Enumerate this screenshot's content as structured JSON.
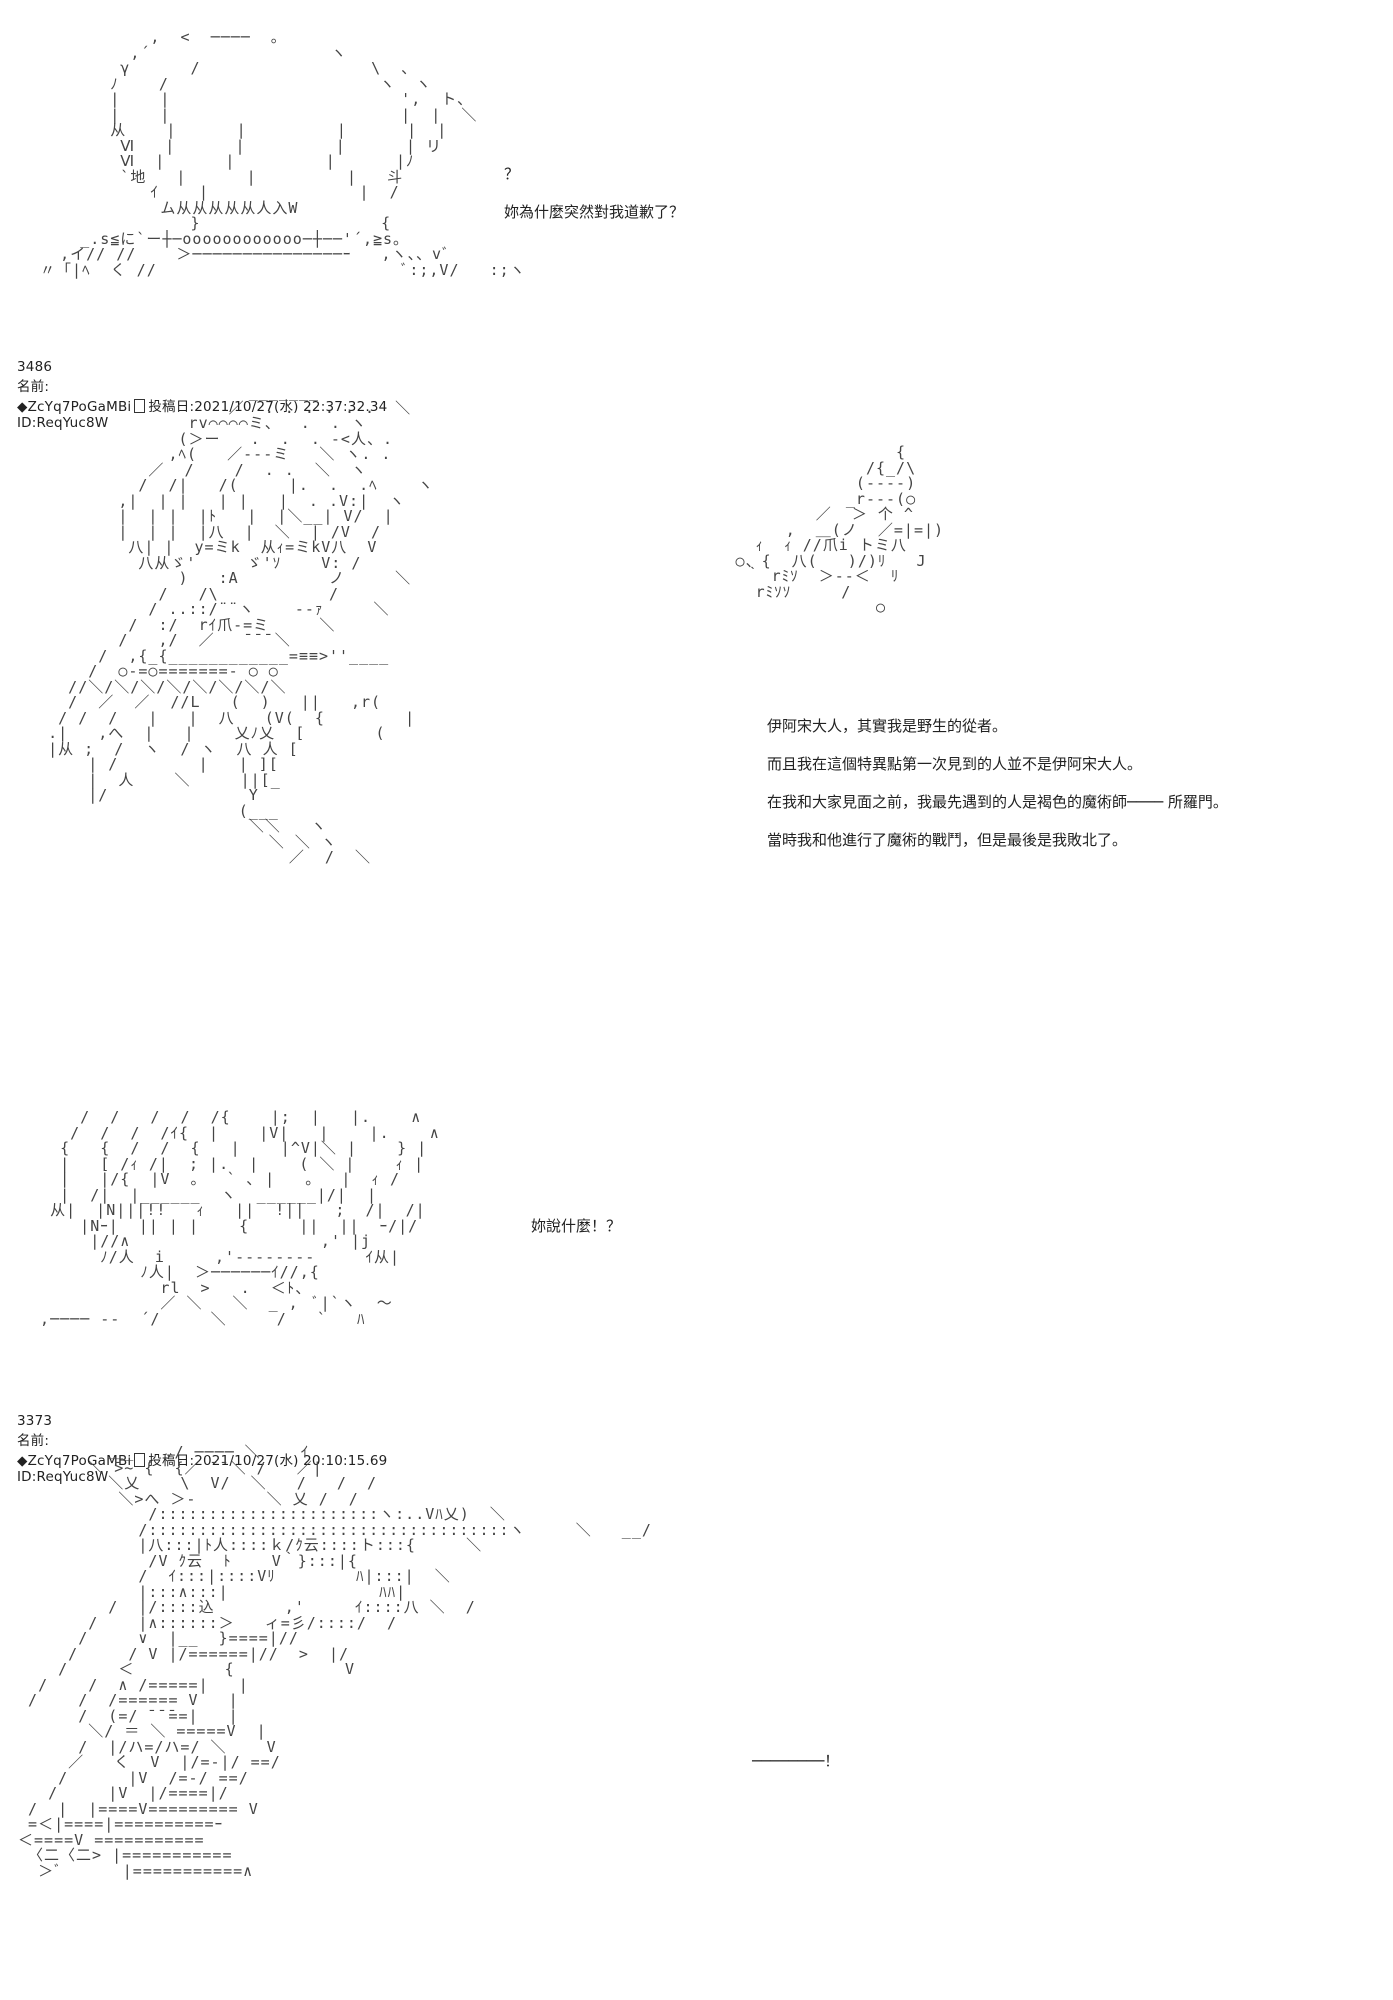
{
  "posts": [
    {
      "aa_art": "             ,  <  ────  。\n           ,´                  ヽ\n          γ      /                 \\  、\n         ﾉ    /                     ヽ  ヽ\n         |    |                       ',  ト、\n         |    |                       |  |  ＼\n         从    |      |         |      |  |\n          Ⅵ   |      |         |      | リ\n          Ⅵ  |      |         |      |ﾉ\n          `地   |      |         |   斗\n             ｲ    |               |  /\n              ム从从从从从人入W\n                 }                  {\n      _.s≦に`ー┼─oooooooooooo─┼──'´,≧s。\n    ,イ// //    ＞───────────────ｰ   ,ヽ、、vﾞ\n  〃「|ﾍ  く //                         ﾞ:;,V/   :;ヽ",
      "lines": [
        "？",
        "妳為什麼突然對我道歉了？"
      ]
    },
    {
      "header": {
        "num": "3486",
        "name_label": "名前:",
        "author": "◆ZcYq7PoGaMBi",
        "posted_label": "投稿日:2021/10/27(水) 22:37:32.34",
        "id": "ID:ReqYuc8W"
      },
      "aa_art": "                        _______\n                      ／  . . . . . .  ＼\n                  rv⌒⌒⌒⌒ミ、  .  . ヽ\n                 (＞ー   .  .  . -<人、.\n                ,ﾍ(   ／---ミ   ＼ ヽ. .\n              ／  /    /  . .  ＼  ヽ\n             /  /|   /(     |.  .  .ﾍ    ヽ\n           ,|  | |   | |   |  . .V:|  ヽ\n           |  | |  |ﾄ   |  |＼__| V/  |\n           |  | |  |八  |  ＼  | /V  /\n            八| |  y=ミk  从ｨ=ミkV八  V\n             八从ゞ'     ゞ'ｿ    V: /\n                 )   :A         ノ     ＼\n               /   /\\           /\n              / ..::/¨¨ヽ    ‐-ｧ     ＼\n            /  :/  rｲ爪-=ミ     ＼\n           /   ,/  ／   ̄ ̄ ̄ ＼\n         /  ,{_{____________=≡≡>''____\n        /  ○-=○=======- ○ ○\n      //＼/＼/＼/＼/＼/＼/＼/＼\n      /  ／  ／  //L   (  )   ||   ,r(\n     / /  /   |   |  八   (V(  {        |\n    .|   ,へ  |   |    乂ﾉ乂  [       (\n    |从 ;  /  ヽ  / ヽ  八 人 [\n        | /        |   | ][\n        |  人    ＼     ||[_\n        |/              Y\n                       (___\n                        ＼＼   ヽ\n                          ＼ ＼ ヽ\n                            ／  /  ＼",
      "aa_art2": "                                  {\n                               /{_/\\\n                              (----)\n                             _r---(○\n                          ／  ＞ 个 ^\n                       ,  ＿(ノ  ／=|=|)\n                    ｨ  ｨ //爪i トミ八\n                  ○、{  八(   )/)ﾘ   J\n                   ｀ rﾐｿ  ＞--＜  ﾘ\n                    rﾐｿｿ     /\n                                ○",
      "lines": [
        "伊阿宋大人，其實我是野生的從者。",
        "而且我在這個特異點第一次見到的人並不是伊阿宋大人。",
        "在我和大家見面之前，我最先遇到的人是褐色的魔術師──── 所羅門。",
        "當時我和他進行了魔術的戰鬥，但是最後是我敗北了。"
      ]
    },
    {
      "aa_art": "      /  /   /  /  /{    |;  |   |.    ∧\n     /  /  /  /ｲ{  |    |V|   |    |.    ∧\n    {   {  /  /  {   |    |^V|＼ |    } |\n    |   [ /ｨ /|  ; |.  |    ( ＼ |    ｨ |\n    |   |/{  |V  。  ` ､ |   。  |  ｨ /\n    |  /|  |______  ヽ  ______|/|  |\n   从|  |N|||!!   ｨ   ||  !||   ;  /|  /|\n      |Nｰ|  || | |    {     ||  ||  ｰ/|/\n       |//∧                   ,' |j\n        ﾉ/人  i     ,'--------     ｲ从|\n            ﾉ人|  ＞──────ｲ//,{\n              rl  >   .  ＜ﾄ、\n              ／ ＼   ＼  _ ,  ﾞ|`ヽ  ～\n  ,──── ‐‐  ´/     ＼     /   `   ﾊ\n",
      "lines": [
        "妳說什麼！？"
      ]
    },
    {
      "header": {
        "num": "3373",
        "name_label": "名前:",
        "author": "◆ZcYq7PoGaMBi",
        "posted_label": "投稿日:2021/10/27(水) 20:10:15.69",
        "id": "ID:ReqYuc8W"
      },
      "aa_art": "          ＿_   ,/ ──── ＼    ｲ\n        ＼ ̄>~ {  {／ ̄ ̄ ＼ /   ／|\n          ＼乂    \\  V/  ＼   /   /  /\n           ＼>へ ＞-       ＼ 乂 /  /\n              /::::::::::::::::::::::ヽ:..Vﾊ乂)  ＼\n             /::::::::::::::::::::::::::::::::::::ヽ     ＼   __/\n             |八:::|ﾄ人::::ｋ/ｸ云::::ト:::{     ＼\n              /V ｸ云  ﾄ    V｀}:::|{\n             /  ｲ:::|::::Vﾘ        ﾊ|:::|  ＼\n             |:::∧:::|               ﾊﾊ|\n          /  |/::::込       ,'     ｲ::::八 ＼  /\n        /    |∧::::::＞   ィ=彡/::::/  /\n       /     ∨  |__  }====|//\n      /     / V |/======|//  >  |/\n     /     ＜         {           V\n   /    /  ∧ /=====|   |    \n  /    /  /====== V   |\n       /  (=/ ̄ ̄ ̄==|   |\n        ＼/ ＝ ＼ =====V  |\n       /  |/ハ=/ハ=/ ＼    V\n      ／   く  V  |/=-|/ ==/\n     /      |V  /=-/ ==/\n    /     |V  |/====|/ \n  /  |  |====V========= V\n  =＜|====|==========ｰ\n ＜====V ===========\n  〈二〈二> |===========\n   ＞ﾞ      |===========∧",
      "lines": [
        "────────！"
      ]
    }
  ]
}
